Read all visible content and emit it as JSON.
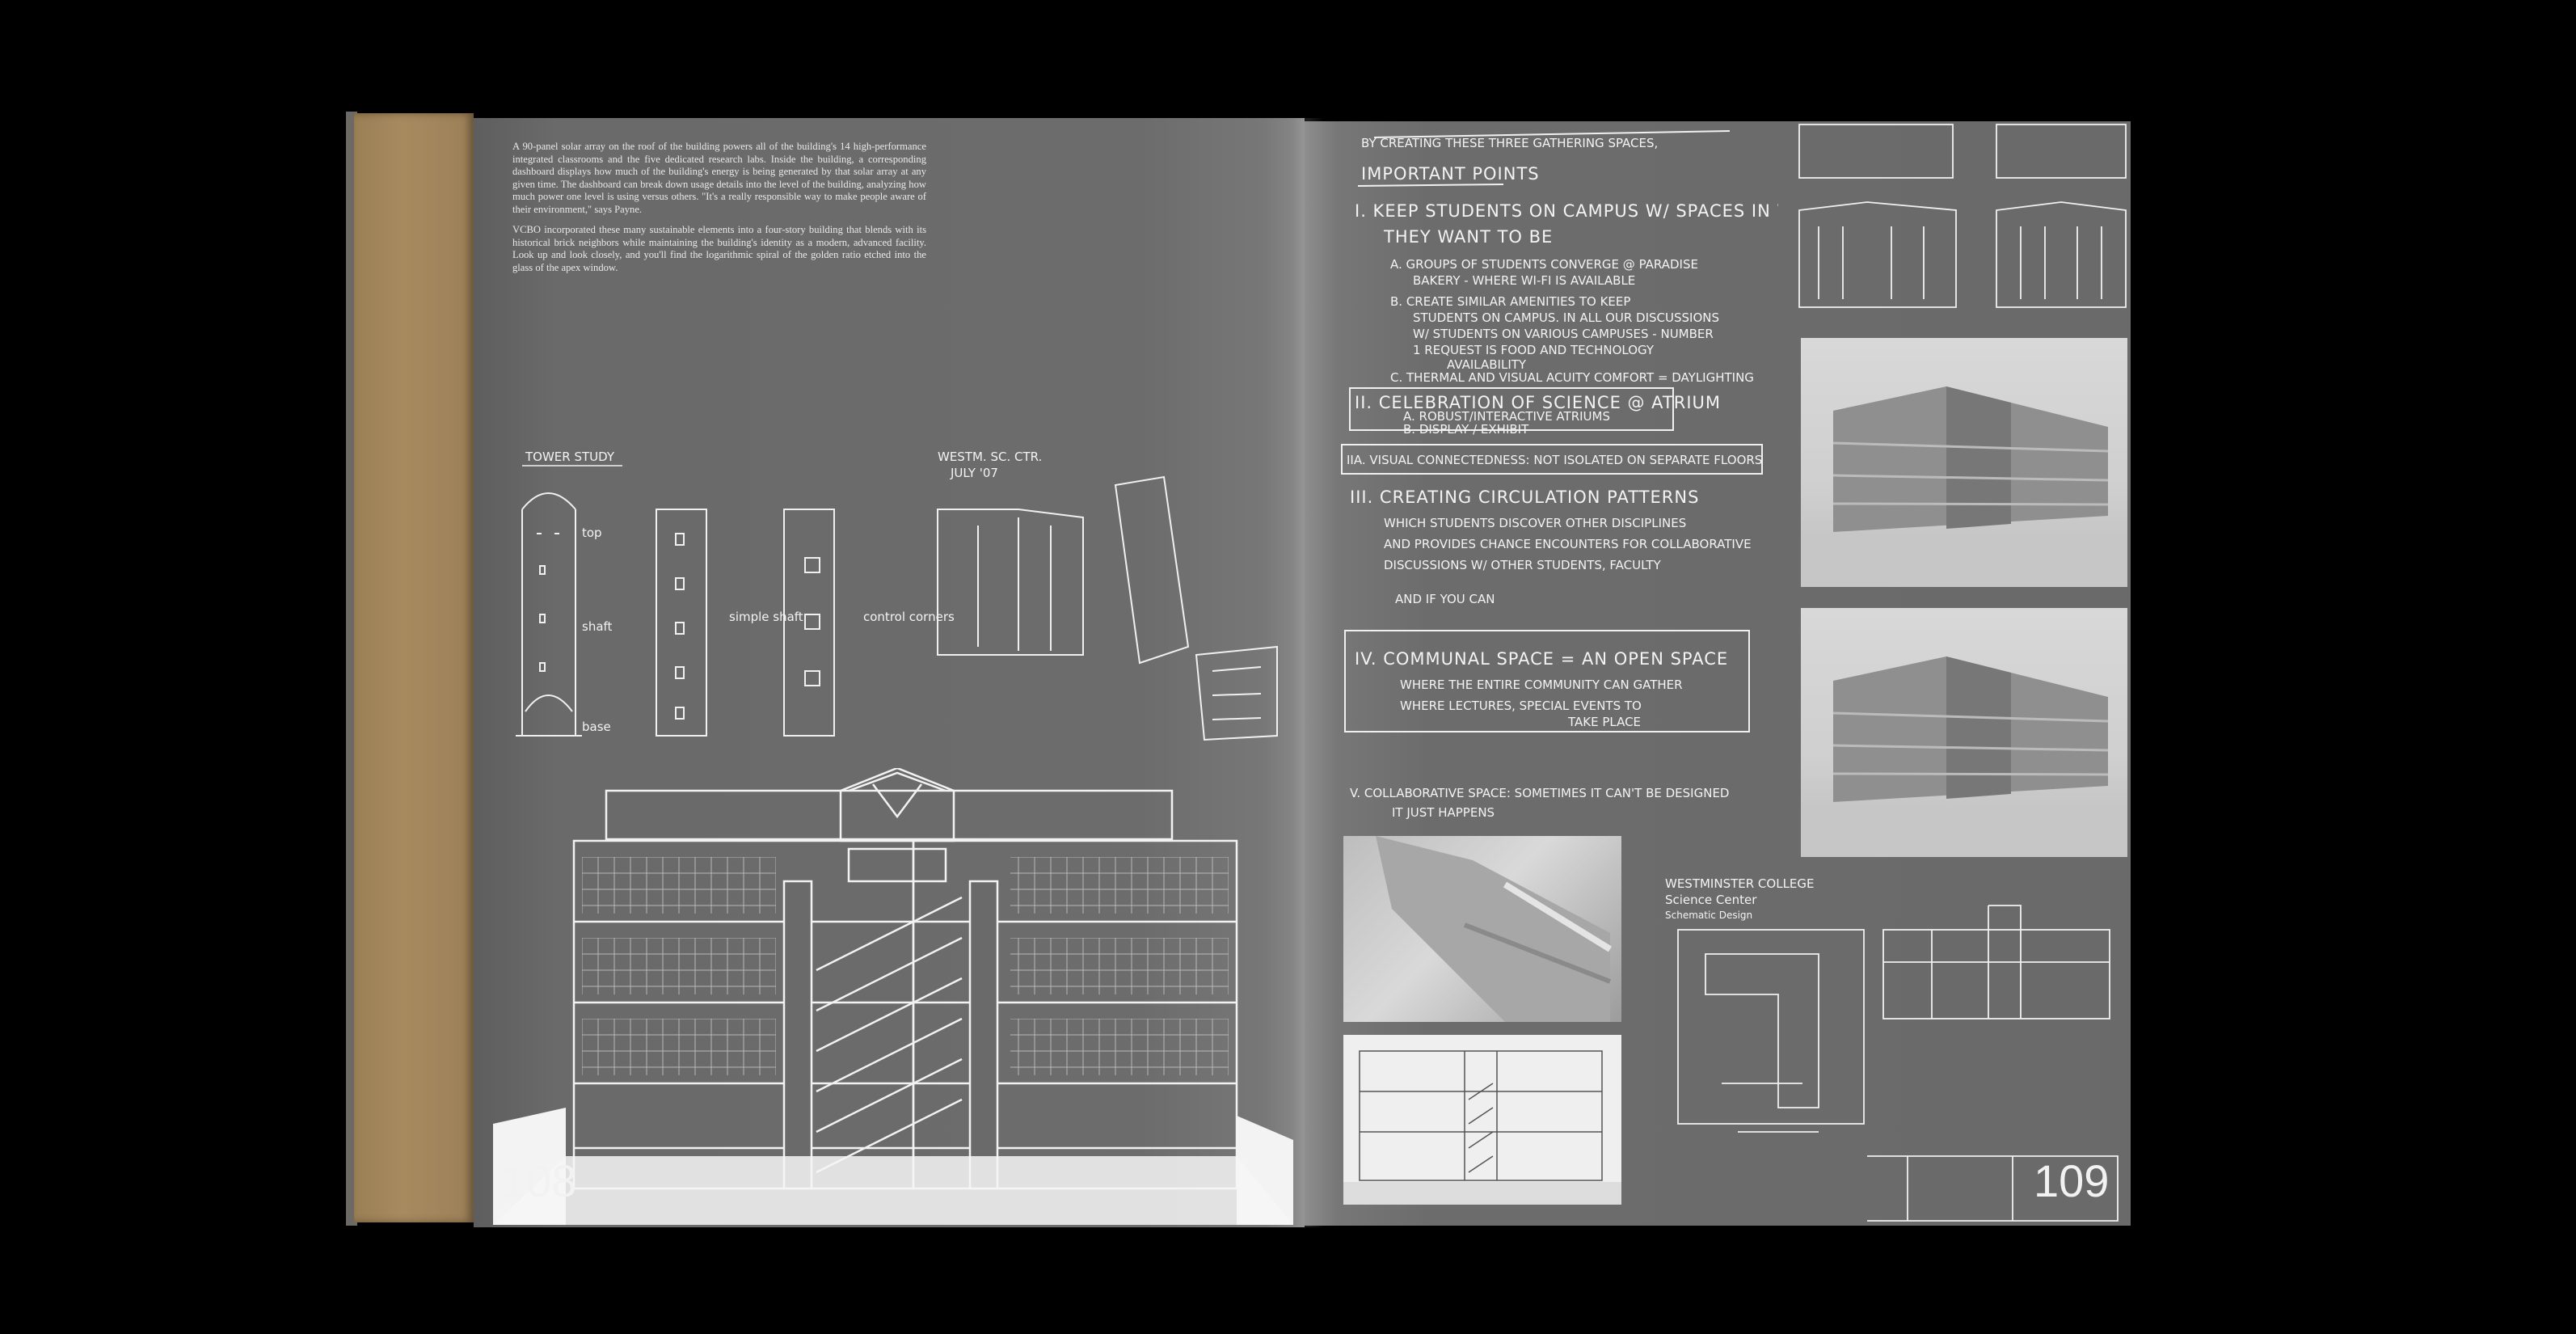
{
  "left_page": {
    "paragraph_1": "A 90-panel solar array on the roof of the building powers all of the building's 14 high-performance integrated classrooms and the five dedicated research labs. Inside the building, a corresponding dashboard displays how much of the building's energy is being generated by that solar array at any given time. The dashboard can break down usage details into the level of the building, analyzing how much power one level is using versus others. \"It's a really responsible way to make people aware of their environment,\" says Payne.",
    "paragraph_2": "VCBO incorporated these many sustainable elements into a four-story building that blends with its historical brick neighbors while maintaining the building's identity as a modern, advanced facility. Look up and look closely, and you'll find the logarithmic spiral of the golden ratio etched into the glass of the apex window.",
    "sketch_label_tower": "TOWER STUDY",
    "sketch_label_westm": "WESTM. SC. CTR.",
    "sketch_label_date": "JULY '07",
    "label_top": "top",
    "label_shaft": "shaft",
    "label_base": "base",
    "label_simple_shaft": "simple shaft",
    "label_control_corners": "control corners",
    "page_number": "108"
  },
  "right_page": {
    "header_line": "BY CREATING THESE THREE GATHERING SPACES,",
    "important_points": "IMPORTANT POINTS",
    "point_1": "I. KEEP STUDENTS ON CAMPUS W/ SPACES IN WHICH",
    "point_1b": "THEY WANT TO BE",
    "point_1_a": "A. GROUPS OF STUDENTS CONVERGE @ PARADISE",
    "point_1_a2": "BAKERY - WHERE WI-FI IS AVAILABLE",
    "point_1_b": "B. CREATE SIMILAR AMENITIES TO KEEP",
    "point_1_b2": "STUDENTS ON CAMPUS. IN ALL OUR DISCUSSIONS",
    "point_1_b3": "W/ STUDENTS ON VARIOUS CAMPUSES - NUMBER",
    "point_1_b4": "1 REQUEST IS FOOD AND TECHNOLOGY",
    "point_1_b5": "AVAILABILITY",
    "point_1_c": "C. THERMAL AND VISUAL ACUITY COMFORT = DAYLIGHTING",
    "point_2": "II. CELEBRATION OF SCIENCE @ ATRIUM",
    "point_2_a": "A. ROBUST/INTERACTIVE ATRIUMS",
    "point_2_b": "B. DISPLAY / EXHIBIT",
    "point_2a": "IIA. VISUAL CONNECTEDNESS: NOT ISOLATED ON SEPARATE FLOORS",
    "point_3": "III. CREATING CIRCULATION PATTERNS",
    "point_3b": "WHICH STUDENTS DISCOVER OTHER DISCIPLINES",
    "point_3c": "AND PROVIDES CHANCE ENCOUNTERS FOR COLLABORATIVE",
    "point_3d": "DISCUSSIONS W/ OTHER STUDENTS, FACULTY",
    "point_3e": "AND IF YOU CAN",
    "point_4": "IV. COMMUNAL SPACE = AN OPEN SPACE",
    "point_4b": "WHERE THE ENTIRE COMMUNITY CAN GATHER",
    "point_4c": "WHERE LECTURES, SPECIAL EVENTS TO",
    "point_4d": "TAKE PLACE",
    "point_5": "V. COLLABORATIVE SPACE: SOMETIMES IT CAN'T BE DESIGNED",
    "point_5b": "IT JUST HAPPENS",
    "sketch_label_1": "WESTMINSTER COLLEGE",
    "sketch_label_2": "Science Center",
    "sketch_label_3": "Schematic Design",
    "page_number": "109"
  }
}
